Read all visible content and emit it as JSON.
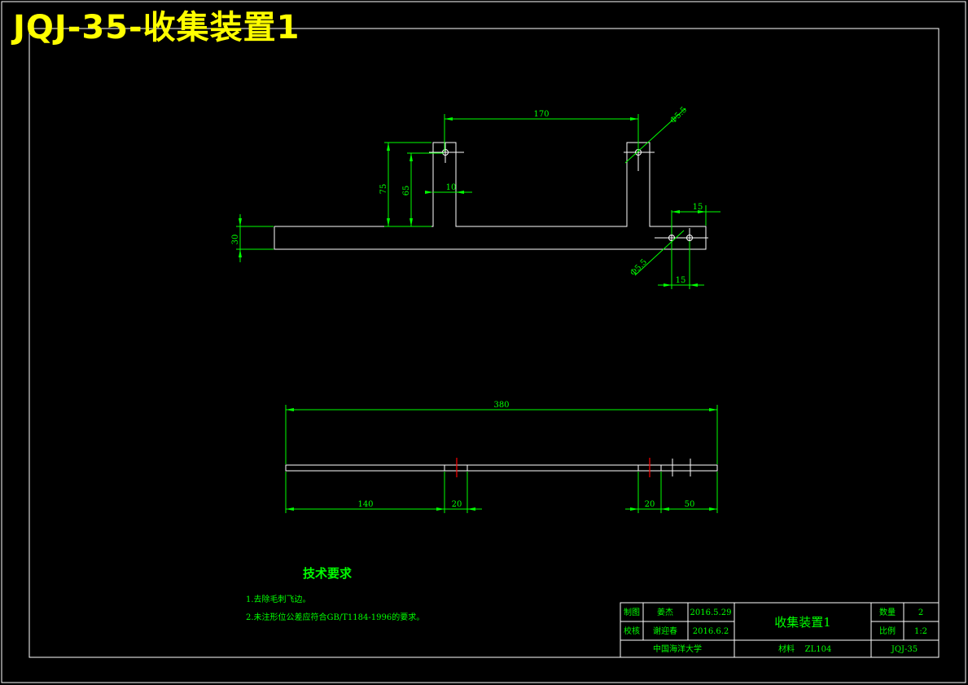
{
  "drawing_title": "JQJ-35-收集装置1",
  "top_view": {
    "dim_170": "170",
    "dim_phi_top": "Φ5.5",
    "dim_75": "75",
    "dim_65": "65",
    "dim_10": "10",
    "dim_30": "30",
    "dim_15_top": "15",
    "dim_15_bottom": "15",
    "dim_phi_bottom": "Φ5.5"
  },
  "front_view": {
    "dim_380": "380",
    "dim_140": "140",
    "dim_20_left": "20",
    "dim_20_right": "20",
    "dim_50": "50"
  },
  "tech_requirements": {
    "heading": "技术要求",
    "items": [
      "1.去除毛刺飞边。",
      "2.未注形位公差应符合GB/T1184-1996的要求。"
    ]
  },
  "title_block": {
    "label_drawn": "制图",
    "drawn_by": "姜杰",
    "drawn_date": "2016.5.29",
    "label_checked": "校核",
    "checked_by": "谢迎春",
    "checked_date": "2016.6.2",
    "part_name": "收集装置1",
    "label_quantity": "数量",
    "quantity": "2",
    "label_scale": "比例",
    "scale": "1:2",
    "school": "中国海洋大学",
    "label_material": "材料",
    "material": "ZL104",
    "drawing_number": "JQJ-35"
  },
  "colors": {
    "background": "#000000",
    "outline": "#ffffff",
    "dimension": "#00ff00",
    "title": "#ffff00",
    "centerline_mark": "#ff0000"
  }
}
